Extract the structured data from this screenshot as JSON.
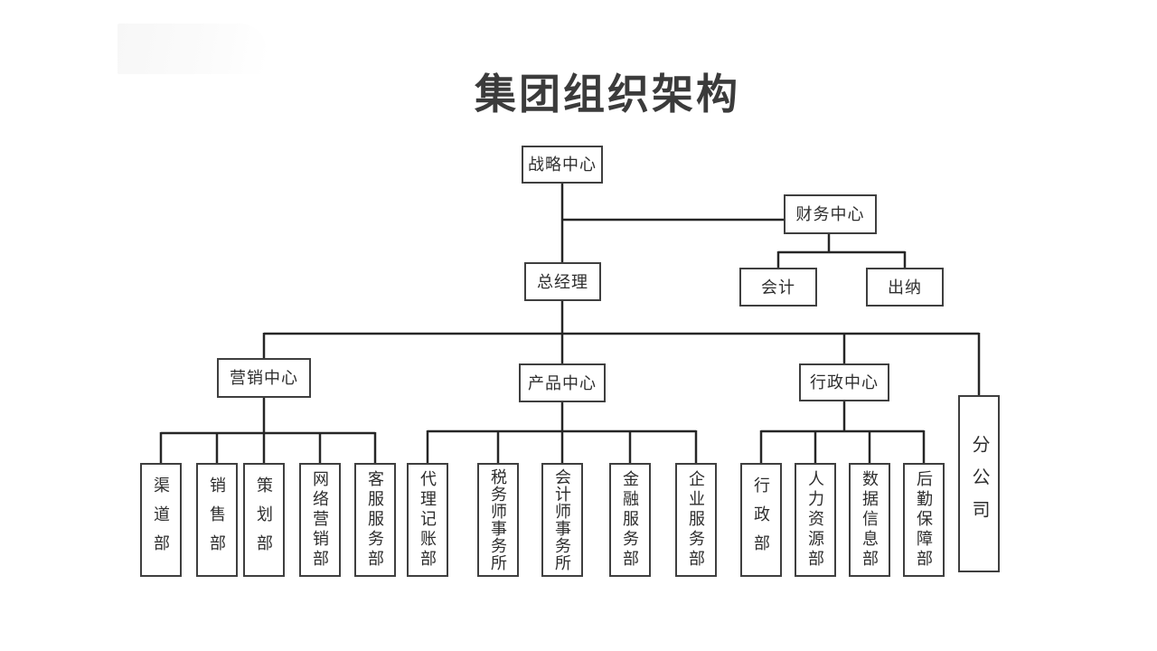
{
  "title": "集团组织架构",
  "org": {
    "strategy_center": "战略中心",
    "finance_center": "财务中心",
    "accounting": "会计",
    "cashier": "出纳",
    "general_manager": "总经理",
    "marketing_center": "营销中心",
    "product_center": "产品中心",
    "admin_center": "行政中心",
    "branch_company": "分公司",
    "marketing_departments": [
      "渠道部",
      "销售部",
      "策划部",
      "网络营销部",
      "客服服务部"
    ],
    "product_departments": [
      "代理记账部",
      "税务师事务所",
      "会计师事务所",
      "金融服务部",
      "企业服务部"
    ],
    "admin_departments": [
      "行政部",
      "人力资源部",
      "数据信息部",
      "后勤保障部"
    ]
  },
  "colors": {
    "background": "#ffffff",
    "line": "#262626",
    "box_border": "#3f3f3f",
    "box_fill": "#ffffff",
    "text": "#2e2e2e",
    "title_text": "#3b3b3b"
  }
}
